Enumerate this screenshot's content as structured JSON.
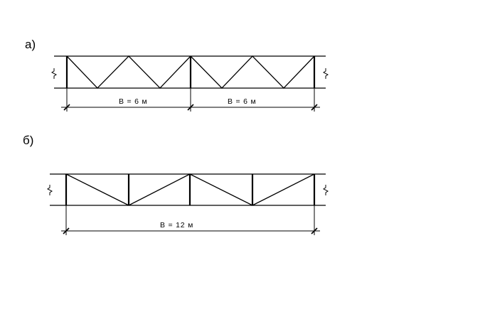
{
  "diagram_a": {
    "label": "а)",
    "spans": [
      {
        "dimension": "В = 6 м"
      },
      {
        "dimension": "В = 6 м"
      }
    ]
  },
  "diagram_b": {
    "label": "б)",
    "spans": [
      {
        "dimension": "В = 12 м"
      }
    ]
  }
}
